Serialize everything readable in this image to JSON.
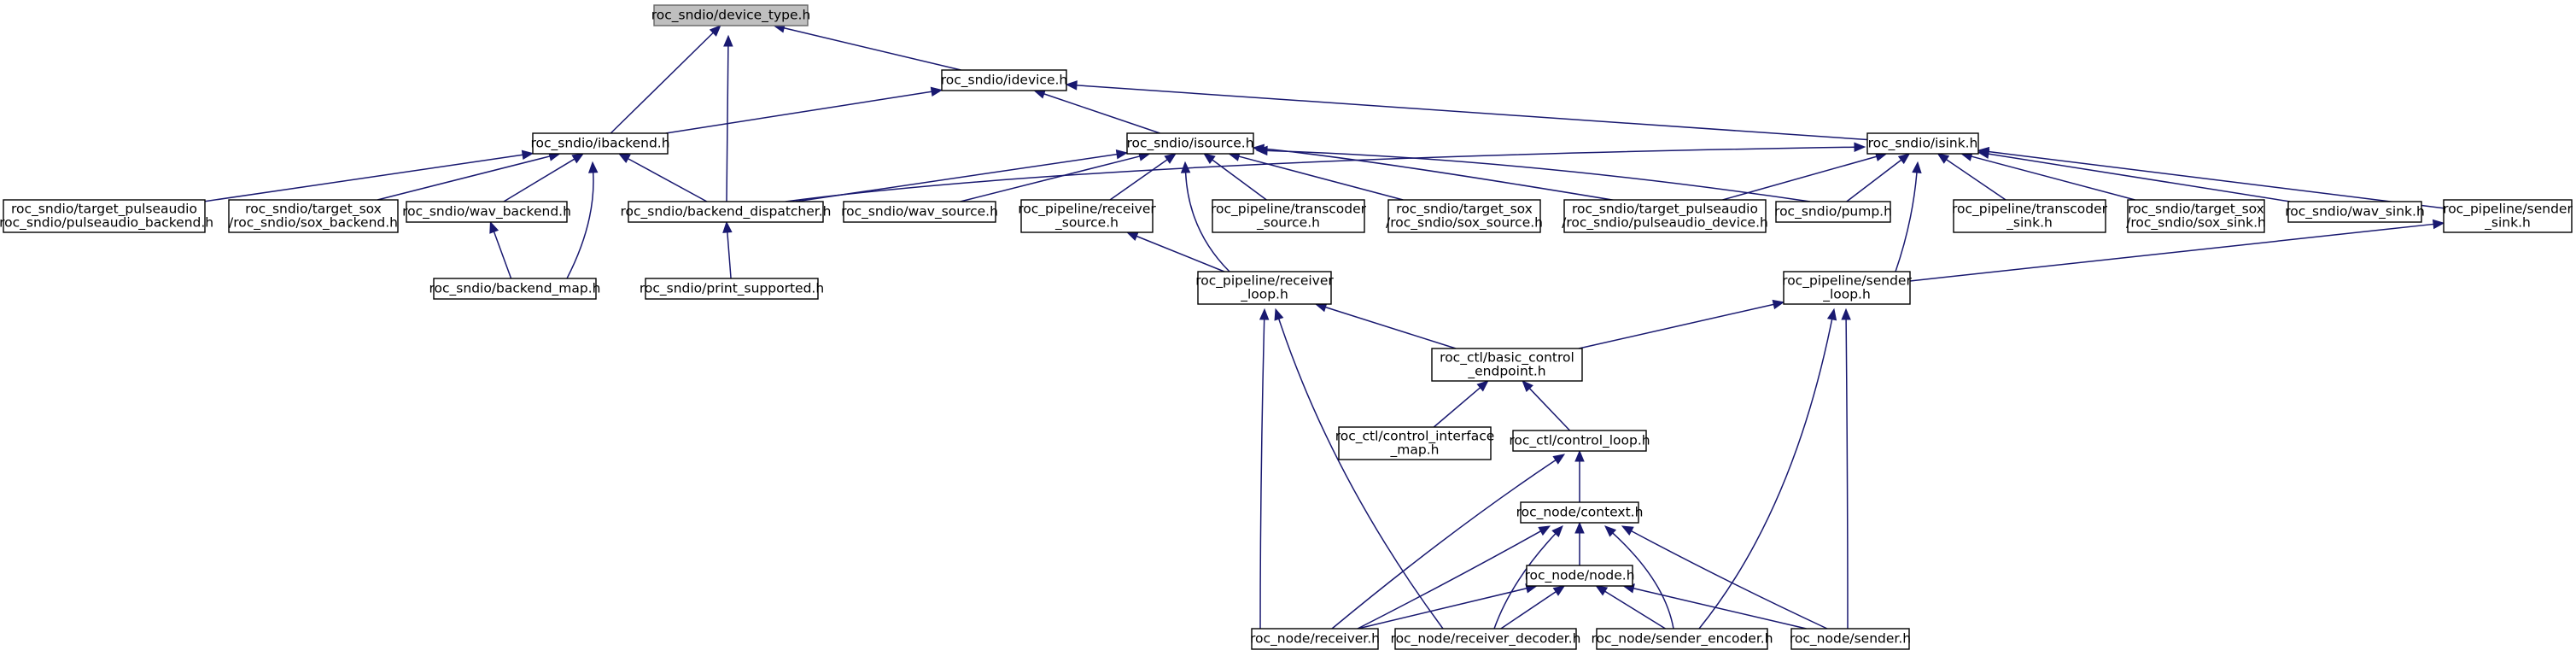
{
  "graph": {
    "edge_color": "#191970",
    "root_fill": "#bfbfbf",
    "nodes": [
      {
        "id": "device_type",
        "lines": [
          "roc_sndio/device_type.h"
        ],
        "root": true
      },
      {
        "id": "idevice",
        "lines": [
          "roc_sndio/idevice.h"
        ]
      },
      {
        "id": "ibackend",
        "lines": [
          "roc_sndio/ibackend.h"
        ]
      },
      {
        "id": "isource",
        "lines": [
          "roc_sndio/isource.h"
        ]
      },
      {
        "id": "isink",
        "lines": [
          "roc_sndio/isink.h"
        ]
      },
      {
        "id": "pulse_backend",
        "lines": [
          "roc_sndio/target_pulseaudio",
          "/roc_sndio/pulseaudio_backend.h"
        ]
      },
      {
        "id": "sox_backend",
        "lines": [
          "roc_sndio/target_sox",
          "/roc_sndio/sox_backend.h"
        ]
      },
      {
        "id": "wav_backend",
        "lines": [
          "roc_sndio/wav_backend.h"
        ]
      },
      {
        "id": "backend_dispatcher",
        "lines": [
          "roc_sndio/backend_dispatcher.h"
        ]
      },
      {
        "id": "wav_source",
        "lines": [
          "roc_sndio/wav_source.h"
        ]
      },
      {
        "id": "receiver_source",
        "lines": [
          "roc_pipeline/receiver",
          "_source.h"
        ]
      },
      {
        "id": "transcoder_source",
        "lines": [
          "roc_pipeline/transcoder",
          "_source.h"
        ]
      },
      {
        "id": "sox_source",
        "lines": [
          "roc_sndio/target_sox",
          "/roc_sndio/sox_source.h"
        ]
      },
      {
        "id": "pulse_device",
        "lines": [
          "roc_sndio/target_pulseaudio",
          "/roc_sndio/pulseaudio_device.h"
        ]
      },
      {
        "id": "pump",
        "lines": [
          "roc_sndio/pump.h"
        ]
      },
      {
        "id": "transcoder_sink",
        "lines": [
          "roc_pipeline/transcoder",
          "_sink.h"
        ]
      },
      {
        "id": "sox_sink",
        "lines": [
          "roc_sndio/target_sox",
          "/roc_sndio/sox_sink.h"
        ]
      },
      {
        "id": "wav_sink",
        "lines": [
          "roc_sndio/wav_sink.h"
        ]
      },
      {
        "id": "sender_sink",
        "lines": [
          "roc_pipeline/sender",
          "_sink.h"
        ]
      },
      {
        "id": "backend_map",
        "lines": [
          "roc_sndio/backend_map.h"
        ]
      },
      {
        "id": "print_supported",
        "lines": [
          "roc_sndio/print_supported.h"
        ]
      },
      {
        "id": "receiver_loop",
        "lines": [
          "roc_pipeline/receiver",
          "_loop.h"
        ]
      },
      {
        "id": "sender_loop",
        "lines": [
          "roc_pipeline/sender",
          "_loop.h"
        ]
      },
      {
        "id": "basic_control",
        "lines": [
          "roc_ctl/basic_control",
          "_endpoint.h"
        ]
      },
      {
        "id": "control_interface_map",
        "lines": [
          "roc_ctl/control_interface",
          "_map.h"
        ]
      },
      {
        "id": "control_loop",
        "lines": [
          "roc_ctl/control_loop.h"
        ]
      },
      {
        "id": "context",
        "lines": [
          "roc_node/context.h"
        ]
      },
      {
        "id": "node",
        "lines": [
          "roc_node/node.h"
        ]
      },
      {
        "id": "receiver",
        "lines": [
          "roc_node/receiver.h"
        ]
      },
      {
        "id": "receiver_decoder",
        "lines": [
          "roc_node/receiver_decoder.h"
        ]
      },
      {
        "id": "sender_encoder",
        "lines": [
          "roc_node/sender_encoder.h"
        ]
      },
      {
        "id": "sender",
        "lines": [
          "roc_node/sender.h"
        ]
      }
    ],
    "edges": [
      [
        "idevice",
        "device_type"
      ],
      [
        "ibackend",
        "device_type"
      ],
      [
        "backend_dispatcher",
        "device_type"
      ],
      [
        "ibackend",
        "idevice"
      ],
      [
        "isource",
        "idevice"
      ],
      [
        "isink",
        "idevice"
      ],
      [
        "pulse_backend",
        "ibackend"
      ],
      [
        "sox_backend",
        "ibackend"
      ],
      [
        "wav_backend",
        "ibackend"
      ],
      [
        "backend_dispatcher",
        "ibackend"
      ],
      [
        "backend_map",
        "ibackend"
      ],
      [
        "backend_map",
        "wav_backend"
      ],
      [
        "print_supported",
        "backend_dispatcher"
      ],
      [
        "backend_dispatcher",
        "isource"
      ],
      [
        "wav_source",
        "isource"
      ],
      [
        "receiver_source",
        "isource"
      ],
      [
        "transcoder_source",
        "isource"
      ],
      [
        "sox_source",
        "isource"
      ],
      [
        "pulse_device",
        "isource"
      ],
      [
        "pump",
        "isource"
      ],
      [
        "receiver_loop",
        "isource"
      ],
      [
        "backend_dispatcher",
        "isink"
      ],
      [
        "pulse_device",
        "isink"
      ],
      [
        "pump",
        "isink"
      ],
      [
        "transcoder_sink",
        "isink"
      ],
      [
        "sox_sink",
        "isink"
      ],
      [
        "wav_sink",
        "isink"
      ],
      [
        "sender_sink",
        "isink"
      ],
      [
        "sender_loop",
        "isink"
      ],
      [
        "receiver_loop",
        "receiver_source"
      ],
      [
        "sender_loop",
        "sender_sink"
      ],
      [
        "basic_control",
        "receiver_loop"
      ],
      [
        "basic_control",
        "sender_loop"
      ],
      [
        "control_interface_map",
        "basic_control"
      ],
      [
        "control_loop",
        "basic_control"
      ],
      [
        "context",
        "control_loop"
      ],
      [
        "receiver",
        "control_loop"
      ],
      [
        "node",
        "context"
      ],
      [
        "receiver",
        "context"
      ],
      [
        "receiver_decoder",
        "context"
      ],
      [
        "sender_encoder",
        "context"
      ],
      [
        "sender",
        "context"
      ],
      [
        "receiver",
        "node"
      ],
      [
        "receiver_decoder",
        "node"
      ],
      [
        "sender_encoder",
        "node"
      ],
      [
        "sender",
        "node"
      ],
      [
        "receiver",
        "receiver_loop"
      ],
      [
        "receiver_decoder",
        "receiver_loop"
      ],
      [
        "sender_encoder",
        "sender_loop"
      ],
      [
        "sender",
        "sender_loop"
      ]
    ]
  }
}
